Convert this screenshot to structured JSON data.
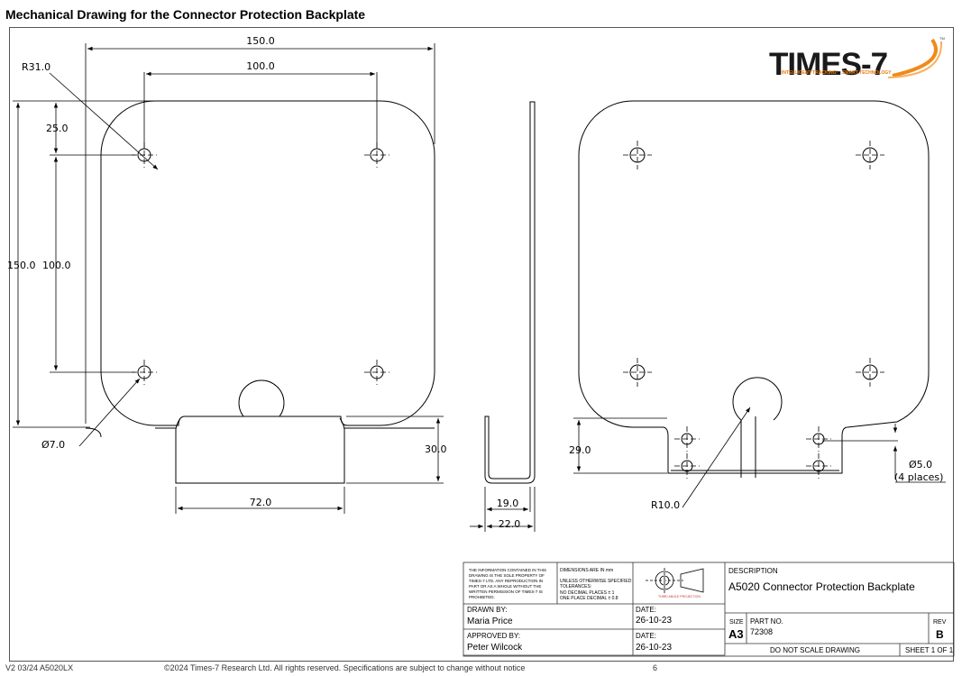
{
  "page": {
    "title": "Mechanical Drawing for the Connector Protection Backplate"
  },
  "logo": {
    "brand": "TIMES-7",
    "tm": "TM",
    "tagline_a": "INTELLIGENT TRACKING",
    "tagline_sep": " | ",
    "tagline_b": "SMART TECHNOLOGY"
  },
  "dimensions": {
    "overall_width": "150.0",
    "hole_spacing_x": "100.0",
    "corner_radius": "R31.0",
    "hole_offset_top": "25.0",
    "overall_height": "150.0",
    "hole_spacing_y": "100.0",
    "hole_diameter": "Ø7.0",
    "tab_height": "30.0",
    "tab_width": "72.0",
    "side_inner": "19.0",
    "side_outer": "22.0",
    "back_tab_height": "29.0",
    "cutout_radius": "R10.0",
    "small_hole": "Ø5.0",
    "small_hole_qty": "(4 places)"
  },
  "title_block": {
    "notice": [
      "THE INFORMATION CONTAINED IN THIS",
      "DRAWING IS THE SOLE PROPERTY OF",
      "TIMES-7 LTD.  ANY REPRODUCTION IN",
      "PART OR AS A WHOLE WITHOUT THE",
      "WRITTEN PERMISSION OF TIMES-7 IS",
      "PROHIBITED."
    ],
    "dims_note": [
      "DIMENSIONS ARE IN mm",
      "",
      "UNLESS OTHERWISE SPECIFIED",
      "TOLERANCES:",
      "NO DECIMAL PLACES ± 1",
      "ONE PLACE DECIMAL ± 0.8"
    ],
    "projection_note": "THIRD ANGLE PROJECTION",
    "description_label": "DESCRIPTION",
    "description": "A5020 Connector Protection Backplate",
    "drawn_by_label": "DRAWN BY:",
    "drawn_by": "Maria Price",
    "drawn_date_label": "DATE:",
    "drawn_date": "26-10-23",
    "approved_by_label": "APPROVED BY:",
    "approved_by": "Peter Wilcock",
    "approved_date_label": "DATE:",
    "approved_date": "26-10-23",
    "size_label": "SIZE",
    "size": "A3",
    "part_no_label": "PART NO.",
    "part_no": "72308",
    "rev_label": "REV",
    "rev": "B",
    "scale_note": "DO NOT SCALE DRAWING",
    "sheet": "SHEET 1 OF 1"
  },
  "footer": {
    "version": "V2 03/24 A5020LX",
    "copyright": "©2024 Times-7 Research Ltd. All rights reserved. Specifications are subject to change without notice",
    "page_number": "6"
  }
}
